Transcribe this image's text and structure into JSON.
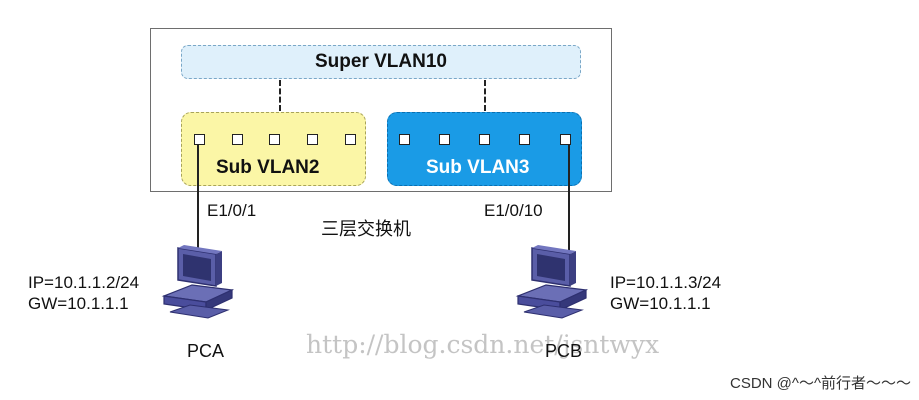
{
  "diagram": {
    "super_vlan": "Super VLAN10",
    "sub_vlan_a": "Sub VLAN2",
    "sub_vlan_b": "Sub VLAN3",
    "switch_label": "三层交换机",
    "port_left": "E1/0/1",
    "port_right": "E1/0/10",
    "pca": {
      "name": "PCA",
      "ip": "IP=10.1.1.2/24",
      "gw": "GW=10.1.1.1"
    },
    "pcb": {
      "name": "PCB",
      "ip": "IP=10.1.1.3/24",
      "gw": "GW=10.1.1.1"
    }
  },
  "watermark": "http://blog.csdn.net/jsntwyx",
  "csdn_credit": "CSDN @^～^前行者～～～",
  "colors": {
    "super_vlan_fill": "#dff0fb",
    "sub_vlan2_fill": "#fbf6a6",
    "sub_vlan3_fill": "#1a9be6",
    "computer_color": "#4a4d9c"
  },
  "icons": {
    "computer": "desktop-computer-icon",
    "port": "switch-port"
  }
}
